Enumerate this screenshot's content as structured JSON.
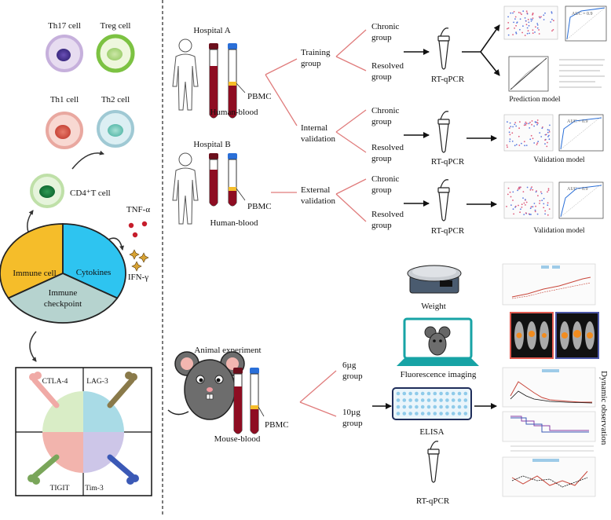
{
  "left_panel": {
    "cells": [
      "Th17 cell",
      "Treg cell",
      "Th1 cell",
      "Th2 cell"
    ],
    "cd4_label": "CD4⁺T cell",
    "pie": {
      "immune_cell": "Immune cell",
      "cytokines": "Cytokines",
      "checkpoint_line1": "Immune",
      "checkpoint_line2": "checkpoint"
    },
    "cytokines": [
      "TNF-α",
      "IFN-γ"
    ],
    "checkpoints": [
      "CTLA-4",
      "LAG-3",
      "TIGIT",
      "Tim-3"
    ]
  },
  "human_study": {
    "hospital_a": "Hospital A",
    "hospital_b": "Hospital B",
    "pbmc": "PBMC",
    "human_blood": "Human-blood",
    "groups": [
      {
        "line1": "Training",
        "line2": "group"
      },
      {
        "line1": "Internal",
        "line2": "validation"
      },
      {
        "line1": "External",
        "line2": "validation"
      }
    ],
    "chronic": [
      "Chronic",
      "group"
    ],
    "resolved": [
      "Resolved",
      "group"
    ],
    "assay": "RT-qPCR",
    "results": [
      "Prediction model",
      "Validation model",
      "Validation model"
    ],
    "auc_label": "AUC = 0.9"
  },
  "animal_study": {
    "title": "Animal experiment",
    "pbmc": "PBMC",
    "mouse_blood": "Mouse-blood",
    "groups": [
      {
        "line1": "6µg",
        "line2": "group"
      },
      {
        "line1": "10µg",
        "line2": "group"
      }
    ],
    "assays": [
      "Weight",
      "Fluorescence imaging",
      "ELISA",
      "RT-qPCR"
    ],
    "dynamic": "Dynamic observation"
  },
  "colors": {
    "immune_cell": "#f5bd2a",
    "cytokines": "#2ec4f0",
    "checkpoint": "#b6d3cf",
    "blood": "#8e0d22",
    "branch_line": "#e07c7c",
    "blue_accent": "#2a6fd8"
  }
}
